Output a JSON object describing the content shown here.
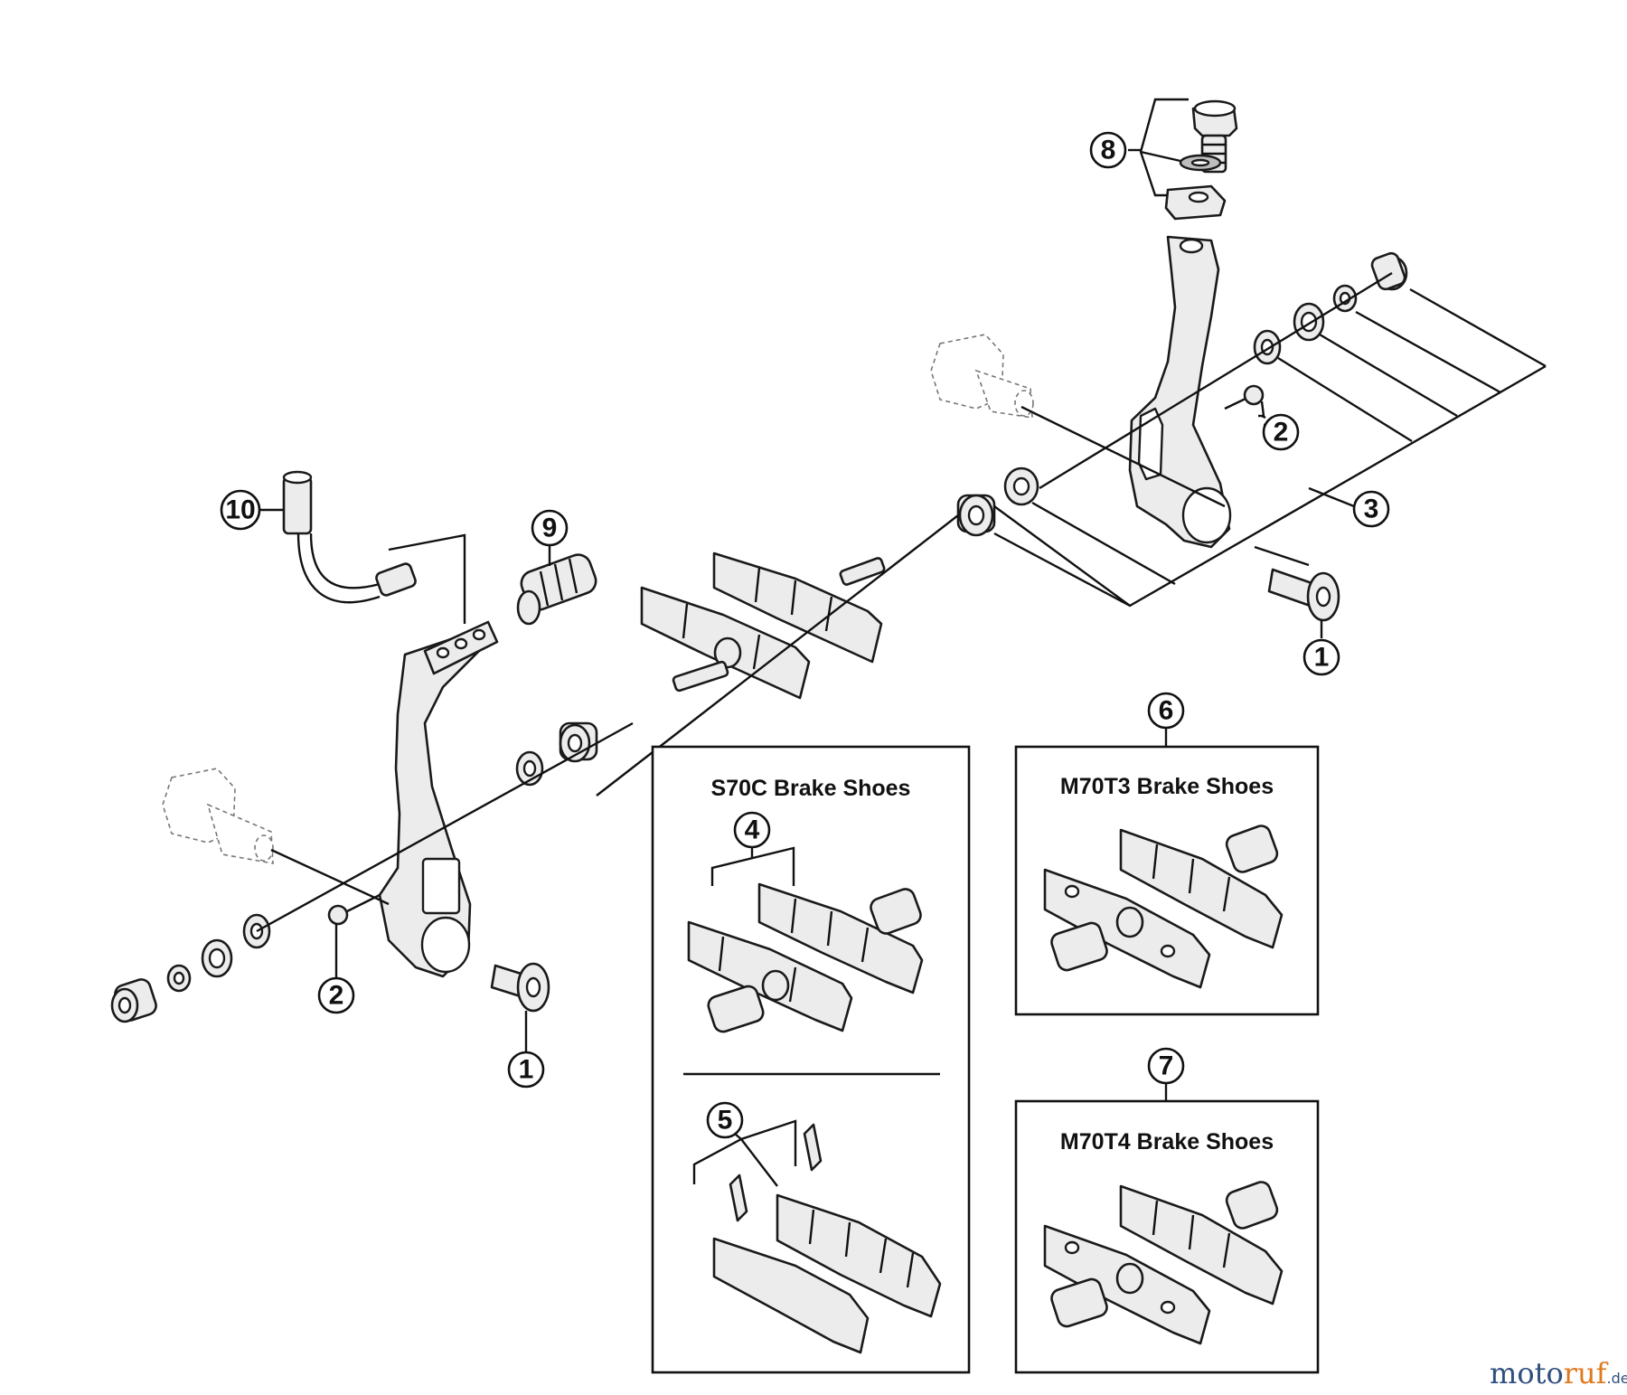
{
  "callouts": [
    {
      "id": "c1a",
      "label": "1"
    },
    {
      "id": "c1b",
      "label": "1"
    },
    {
      "id": "c2a",
      "label": "2"
    },
    {
      "id": "c2b",
      "label": "2"
    },
    {
      "id": "c3",
      "label": "3"
    },
    {
      "id": "c4",
      "label": "4"
    },
    {
      "id": "c5",
      "label": "5"
    },
    {
      "id": "c6",
      "label": "6"
    },
    {
      "id": "c7",
      "label": "7"
    },
    {
      "id": "c8",
      "label": "8"
    },
    {
      "id": "c9",
      "label": "9"
    },
    {
      "id": "c10",
      "label": "10"
    }
  ],
  "boxes": {
    "s70c": {
      "title": "S70C Brake Shoes"
    },
    "m70t3": {
      "title": "M70T3 Brake Shoes"
    },
    "m70t4": {
      "title": "M70T4 Brake Shoes"
    }
  },
  "watermark": {
    "part1": "moto",
    "part2": "ruf",
    "suffix": ".de"
  }
}
